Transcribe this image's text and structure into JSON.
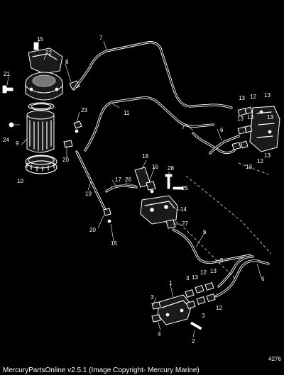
{
  "diagram": {
    "figure_number": "4276",
    "caption": "MercuryPartsOnline v2.5.1 (Image Copyright- Mercury Marine)",
    "callouts": {
      "c1": "1",
      "c2": "2",
      "c3a": "3",
      "c3b": "3",
      "c3c": "3",
      "c4": "4",
      "c5a": "5",
      "c5b": "5",
      "c6a": "6",
      "c6b": "6",
      "c7a": "7",
      "c7b": "7",
      "c8": "8",
      "c9": "9",
      "c10": "10",
      "c11": "11",
      "c12a": "12",
      "c12b": "12",
      "c12c": "12",
      "c12d": "12",
      "c13a": "13",
      "c13b": "13",
      "c13c": "13",
      "c13d": "13",
      "c13e": "13",
      "c13f": "13",
      "c13g": "13",
      "c13h": "13",
      "c13i": "13",
      "c14": "14",
      "c15a": "15",
      "c15b": "15",
      "c16": "16",
      "c17": "17",
      "c18": "18",
      "c19": "19",
      "c20a": "20",
      "c20b": "20",
      "c21": "21",
      "c22": "22",
      "c23": "23",
      "c24": "24",
      "c25": "25",
      "c26": "26",
      "c27": "27",
      "c28": "28"
    }
  }
}
